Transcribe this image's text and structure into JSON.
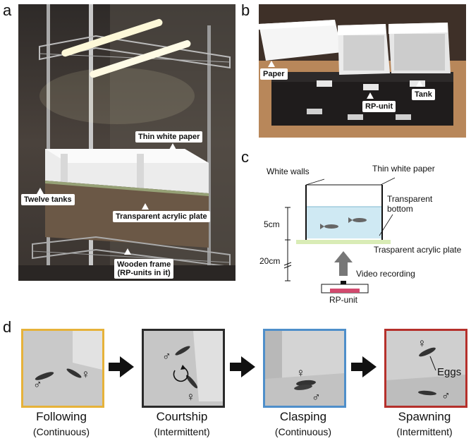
{
  "panels": {
    "a": {
      "letter": "a",
      "labels": {
        "paper": "Thin white paper",
        "tanks": "Twelve tanks",
        "plate": "Transparent acrylic plate",
        "frame_line1": "Wooden frame",
        "frame_line2": "(RP-units in it)"
      }
    },
    "b": {
      "letter": "b",
      "labels": {
        "paper": "Paper",
        "rp_unit": "RP-unit",
        "tank": "Tank"
      }
    },
    "c": {
      "letter": "c",
      "labels": {
        "white_walls": "White walls",
        "thin_paper": "Thin white paper",
        "transparent_bottom_line1": "Transparent",
        "transparent_bottom_line2": "bottom",
        "depth_5cm": "5cm",
        "depth_20cm": "20cm",
        "acrylic_plate": "Trasparent acrylic plate",
        "video_recording": "Video recording",
        "rp_unit": "RP-unit"
      }
    },
    "d": {
      "letter": "d",
      "stages": [
        {
          "name": "Following",
          "mode": "(Continuous)",
          "border_color": "#e6b23a",
          "symbols": [
            "♂",
            "♀"
          ]
        },
        {
          "name": "Courtship",
          "mode": "(Intermittent)",
          "border_color": "#2b2b2b",
          "symbols": [
            "♂",
            "♀"
          ]
        },
        {
          "name": "Clasping",
          "mode": "(Continuous)",
          "border_color": "#4f8fca",
          "symbols": [
            "♀",
            "♂"
          ]
        },
        {
          "name": "Spawning",
          "mode": "(Intermittent)",
          "border_color": "#b5302b",
          "symbols": [
            "♀",
            "♂"
          ],
          "extra": "Eggs"
        }
      ]
    }
  }
}
